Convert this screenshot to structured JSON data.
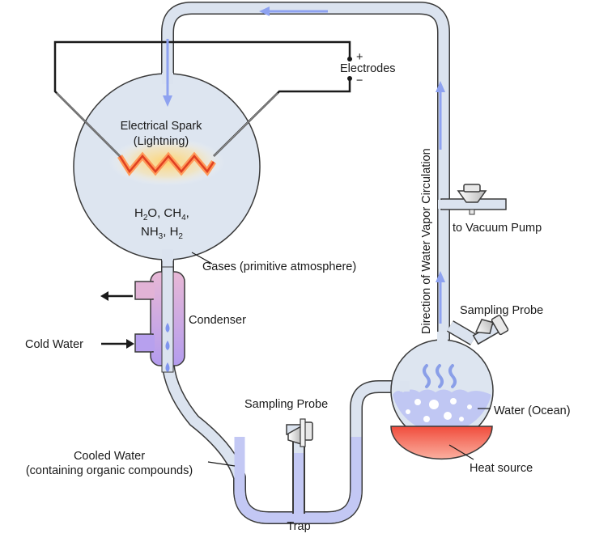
{
  "labels": {
    "electrodes": "Electrodes",
    "plus": "+",
    "minus": "−",
    "spark_line1": "Electrical Spark",
    "spark_line2": "(Lightning)",
    "gases": "Gases (primitive atmosphere)",
    "condenser": "Condenser",
    "cold_water": "Cold Water",
    "cooled_line1": "Cooled Water",
    "cooled_line2": "(containing organic compounds)",
    "sampling_probe_left": "Sampling Probe",
    "sampling_probe_right": "Sampling Probe",
    "trap": "Trap",
    "water_ocean": "Water (Ocean)",
    "heat_source": "Heat source",
    "vacuum_pump": "to Vacuum Pump",
    "circulation": "Direction of Water Vapor Circulation"
  },
  "chemicals": {
    "line1": [
      {
        "base": "H",
        "sub": "2"
      },
      {
        "base": "O, CH",
        "sub": "4"
      },
      {
        "base": ",",
        "sub": ""
      }
    ],
    "line2": [
      {
        "base": "NH",
        "sub": "3"
      },
      {
        "base": ", H",
        "sub": "2"
      }
    ]
  },
  "colors": {
    "tube": "#dbe3ef",
    "outline": "#3a3a3a",
    "flow_arrow": "#8ea2f0",
    "water": "#c7cdf6",
    "condenser_top": "#e2b3d6",
    "condenser_bottom": "#b7a0ee",
    "heat": "#f26a5a",
    "spark": "#e85a2a"
  }
}
